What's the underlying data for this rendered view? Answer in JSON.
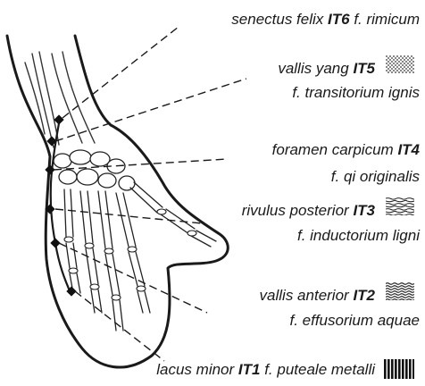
{
  "labels": [
    {
      "id": "it6",
      "name": "senectus felix",
      "code": "IT6",
      "latin": "f. rimicum"
    },
    {
      "id": "it5",
      "name": "vallis yang",
      "code": "IT5",
      "latin": "f. transitorium ignis"
    },
    {
      "id": "it4",
      "name": "foramen carpicum",
      "code": "IT4",
      "latin": "f. qi originalis"
    },
    {
      "id": "it3",
      "name": "rivulus posterior",
      "code": "IT3",
      "latin": "f. inductorium ligni"
    },
    {
      "id": "it2",
      "name": "vallis anterior",
      "code": "IT2",
      "latin": "f. effusorium aquae"
    },
    {
      "id": "it1",
      "name": "lacus minor",
      "code": "IT1",
      "latin": "f. puteale metalli"
    }
  ],
  "swatches": {
    "it5": "fire-dots",
    "it3": "wood-grain",
    "it2": "water-waves",
    "it1": "metal-bars"
  },
  "colors": {
    "ink": "#1a1a1a",
    "point": "#111111"
  }
}
